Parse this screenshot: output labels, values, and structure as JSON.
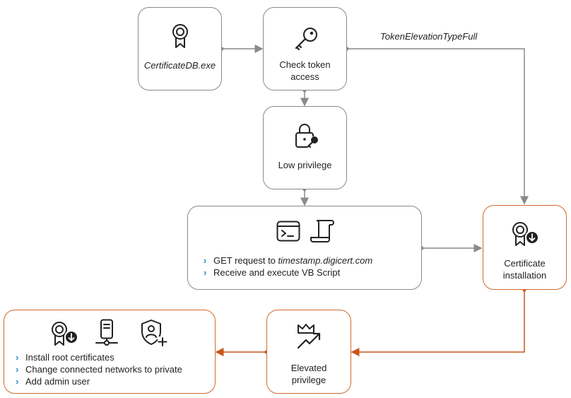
{
  "nodes": {
    "exe": {
      "label": "CertificateDB.exe",
      "icon": "certificate-ribbon-icon"
    },
    "check": {
      "label_line1": "Check token",
      "label_line2": "access",
      "icon": "key-icon"
    },
    "low": {
      "label": "Low privilege",
      "icon": "lock-key-icon"
    },
    "script": {
      "icons": [
        "terminal-icon",
        "script-scroll-icon"
      ],
      "items": [
        {
          "prefix": "GET request to ",
          "emph": "timestamp.digicert.com"
        },
        {
          "text": "Receive and execute VB Script"
        }
      ]
    },
    "install": {
      "label_line1": "Certificate",
      "label_line2": "installation",
      "icon": "certificate-download-icon"
    },
    "elevated": {
      "label_line1": "Elevated",
      "label_line2": "privilege",
      "icon": "crown-trend-up-icon"
    },
    "actions": {
      "icons": [
        "certificate-download-icon",
        "network-server-icon",
        "shield-user-add-icon"
      ],
      "items": [
        "Install root certificates",
        "Change connected networks to private",
        "Add admin user"
      ]
    }
  },
  "edges": {
    "full_token_label": "TokenElevationTypeFull"
  },
  "colors": {
    "gray_border": "#8a8a8a",
    "orange_border": "#d06a2e",
    "connector_gray": "#8a8a8a",
    "connector_orange": "#c8551c",
    "chevron_blue": "#1b8fd6"
  }
}
